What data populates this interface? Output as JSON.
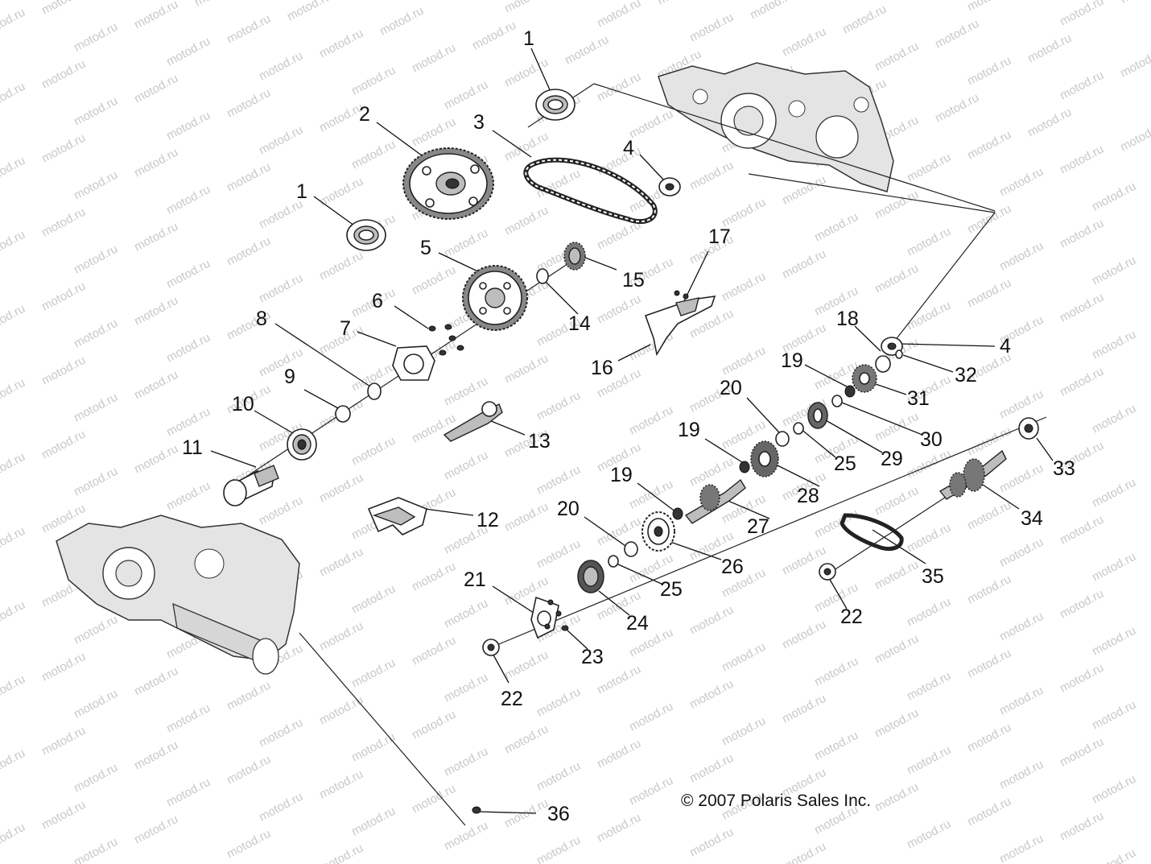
{
  "watermark": "motod.ru",
  "copyright": "© 2007 Polaris Sales Inc.",
  "callouts": [
    {
      "id": "c1a",
      "label": "1"
    },
    {
      "id": "c2",
      "label": "2"
    },
    {
      "id": "c3",
      "label": "3"
    },
    {
      "id": "c4a",
      "label": "4"
    },
    {
      "id": "c1b",
      "label": "1"
    },
    {
      "id": "c5",
      "label": "5"
    },
    {
      "id": "c15",
      "label": "15"
    },
    {
      "id": "c17",
      "label": "17"
    },
    {
      "id": "c6",
      "label": "6"
    },
    {
      "id": "c14",
      "label": "14"
    },
    {
      "id": "c8",
      "label": "8"
    },
    {
      "id": "c7",
      "label": "7"
    },
    {
      "id": "c16",
      "label": "16"
    },
    {
      "id": "c18",
      "label": "18"
    },
    {
      "id": "c4b",
      "label": "4"
    },
    {
      "id": "c19a",
      "label": "19"
    },
    {
      "id": "c32",
      "label": "32"
    },
    {
      "id": "c9",
      "label": "9"
    },
    {
      "id": "c31",
      "label": "31"
    },
    {
      "id": "c10",
      "label": "10"
    },
    {
      "id": "c20a",
      "label": "20"
    },
    {
      "id": "c30",
      "label": "30"
    },
    {
      "id": "c13",
      "label": "13"
    },
    {
      "id": "c11",
      "label": "11"
    },
    {
      "id": "c19b",
      "label": "19"
    },
    {
      "id": "c29",
      "label": "29"
    },
    {
      "id": "c25a",
      "label": "25"
    },
    {
      "id": "c33",
      "label": "33"
    },
    {
      "id": "c19c",
      "label": "19"
    },
    {
      "id": "c28",
      "label": "28"
    },
    {
      "id": "c12",
      "label": "12"
    },
    {
      "id": "c20b",
      "label": "20"
    },
    {
      "id": "c34",
      "label": "34"
    },
    {
      "id": "c27",
      "label": "27"
    },
    {
      "id": "c26",
      "label": "26"
    },
    {
      "id": "c21",
      "label": "21"
    },
    {
      "id": "c35",
      "label": "35"
    },
    {
      "id": "c25b",
      "label": "25"
    },
    {
      "id": "c24",
      "label": "24"
    },
    {
      "id": "c22a",
      "label": "22"
    },
    {
      "id": "c23",
      "label": "23"
    },
    {
      "id": "c22b",
      "label": "22"
    },
    {
      "id": "c36",
      "label": "36"
    }
  ]
}
